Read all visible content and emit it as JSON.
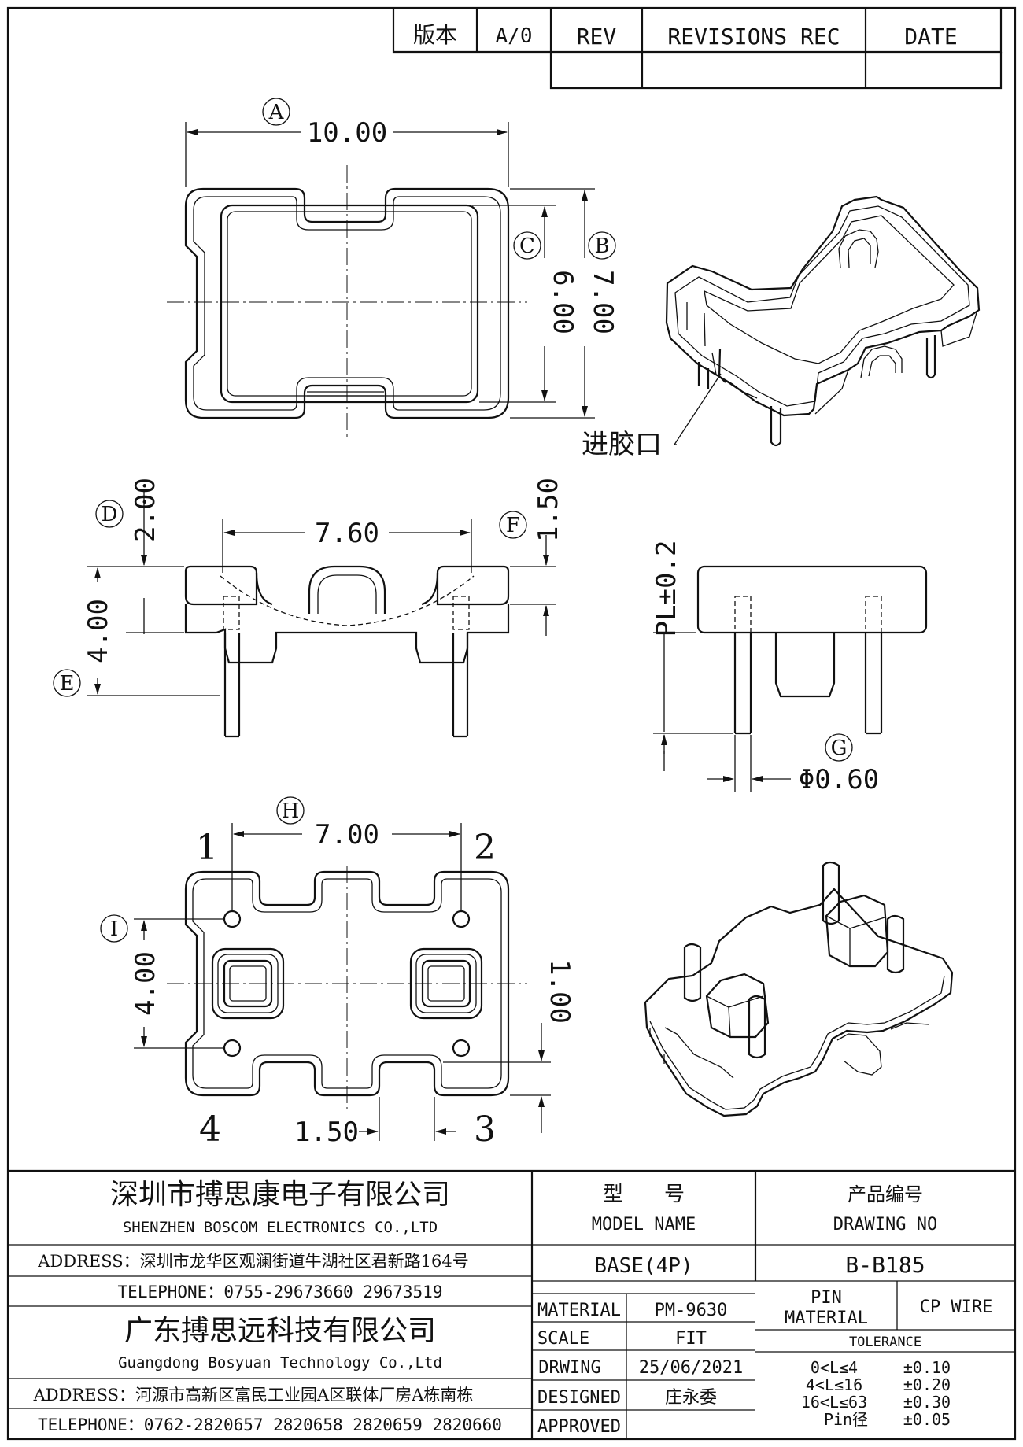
{
  "revision_block": {
    "version_label": "版本",
    "version_value": "A/0",
    "rev_label": "REV",
    "revisions_label": "REVISIONS REC",
    "date_label": "DATE"
  },
  "top_view": {
    "callout_a": "A",
    "dim_a": "10.00",
    "callout_b": "B",
    "dim_b": "7.00",
    "callout_c": "C",
    "dim_c": "6.00"
  },
  "iso_top": {
    "gate_label": "进胶口"
  },
  "front_view": {
    "callout_d": "D",
    "dim_d": "2.00",
    "dim_width": "7.60",
    "callout_f": "F",
    "dim_f": "1.50",
    "callout_e": "E",
    "dim_e": "4.00"
  },
  "side_view": {
    "pl_label": "PL±0.2",
    "callout_g": "G",
    "pin_dia": "Φ0.60"
  },
  "bottom_view": {
    "callout_h": "H",
    "dim_h": "7.00",
    "callout_i": "I",
    "dim_i": "4.00",
    "dim_right": "1.00",
    "dim_bottom": "1.50",
    "pin1": "1",
    "pin2": "2",
    "pin3": "3",
    "pin4": "4"
  },
  "title_block": {
    "company1_cn": "深圳市搏思康电子有限公司",
    "company1_en": "SHENZHEN BOSCOM ELECTRONICS CO.,LTD",
    "address1": "ADDRESS：深圳市龙华区观澜街道牛湖社区君新路164号",
    "telephone1": "TELEPHONE：0755-29673660 29673519",
    "company2_cn": "广东搏思远科技有限公司",
    "company2_en": "Guangdong Bosyuan Technology Co.,Ltd",
    "address2": "ADDRESS：河源市高新区富民工业园A区联体厂房A栋南栋",
    "telephone2": "TELEPHONE：0762-2820657 2820658 2820659 2820660",
    "model_label_cn": "型　　号",
    "model_label_en": "MODEL NAME",
    "model_value": "BASE(4P)",
    "drawing_label_cn": "产品编号",
    "drawing_label_en": "DRAWING NO",
    "drawing_value": "B-B185",
    "material_label": "MATERIAL",
    "material_value": "PM-9630",
    "scale_label": "SCALE",
    "scale_value": "FIT",
    "drawing_date_label": "DRWING",
    "drawing_date_value": "25/06/2021",
    "designed_label": "DESIGNED",
    "designed_value": "庄永委",
    "approved_label": "APPROVED",
    "pin_material_label_1": "PIN",
    "pin_material_label_2": "MATERIAL",
    "pin_material_value": "CP WIRE",
    "tolerance_label": "TOLERANCE",
    "tol": [
      {
        "range": "0<L≤4",
        "value": "±0.10"
      },
      {
        "range": "4<L≤16",
        "value": "±0.20"
      },
      {
        "range": "16<L≤63",
        "value": "±0.30"
      },
      {
        "range": "Pin径",
        "value": "±0.05"
      }
    ]
  }
}
